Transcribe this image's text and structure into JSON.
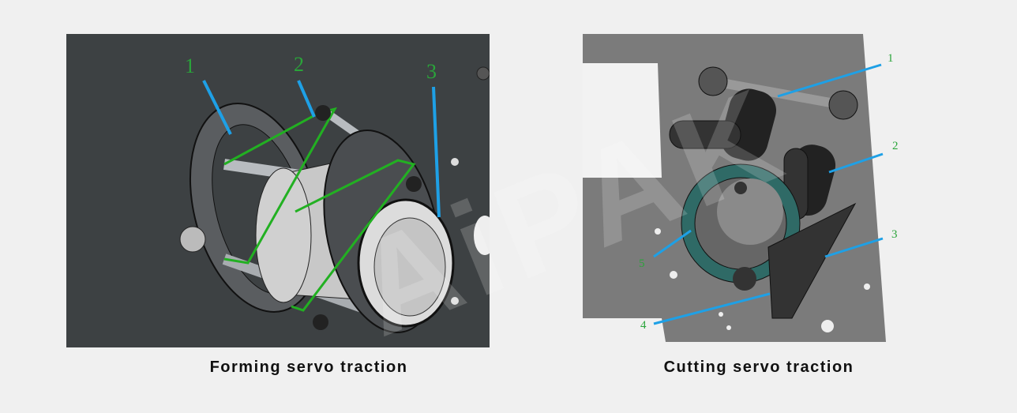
{
  "left_figure": {
    "caption": "Forming servo traction",
    "callouts": [
      "1",
      "2",
      "3"
    ]
  },
  "right_figure": {
    "caption": "Cutting servo traction",
    "callouts": [
      "1",
      "2",
      "3",
      "4",
      "5"
    ]
  },
  "watermark": "AiPAK",
  "colors": {
    "callout_text": "#2aa43a",
    "leader_line": "#1ea0e6",
    "belt": "#22b022"
  }
}
